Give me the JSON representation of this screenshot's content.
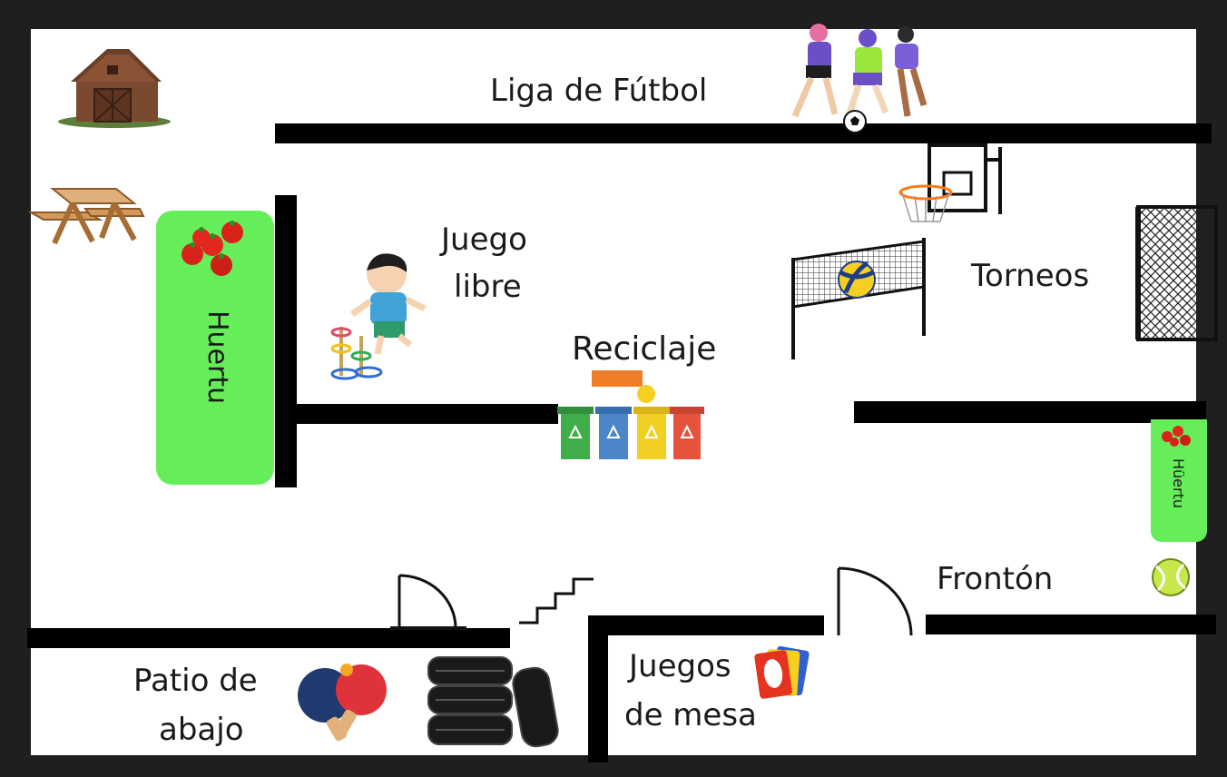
{
  "title": "",
  "zones": {
    "futbol": "Liga de Fútbol",
    "juego_libre_1": "Juego",
    "juego_libre_2": "libre",
    "reciclaje": "Reciclaje",
    "torneos": "Torneos",
    "huerta_main": "Huertu",
    "huerta_small": "Hüertu",
    "fronton": "Frontón",
    "juegos_mesa_1": "Juegos",
    "juegos_mesa_2": "de mesa",
    "patio_1": "Patio de",
    "patio_2": "abajo"
  },
  "icons": [
    "barn-icon",
    "picnic-table-icon",
    "soccer-players-icon",
    "basketball-hoop-icon",
    "soccer-goal-icon",
    "volleyball-net-icon",
    "tomatoes-icon",
    "child-ring-toss-icon",
    "recycling-bins-icon",
    "tennis-ball-icon",
    "stairs-icon",
    "door-icon",
    "ping-pong-paddles-icon",
    "tires-icon",
    "playing-cards-icon"
  ],
  "colors": {
    "wall": "#000000",
    "frame": "#1f1f1f",
    "floor": "#ffffff",
    "garden": "#66ee5a",
    "bin_green": "#3fae49",
    "bin_blue": "#4a86c8",
    "bin_yellow": "#f2d023",
    "bin_red": "#e5533c"
  }
}
